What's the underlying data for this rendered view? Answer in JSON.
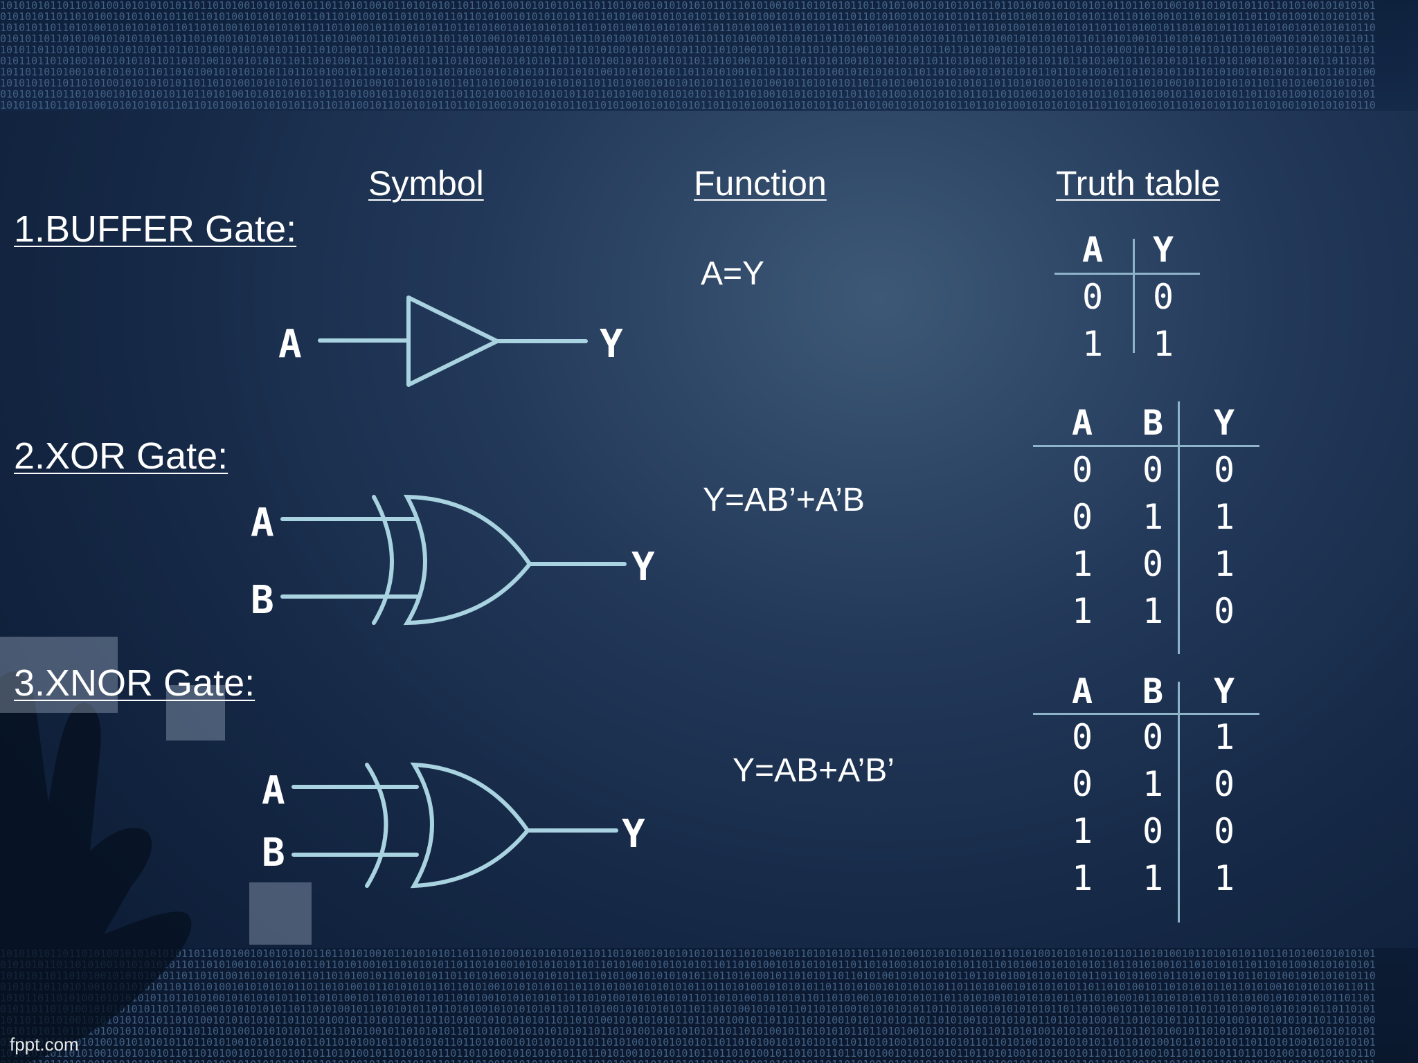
{
  "colors": {
    "background": "#1c3352",
    "gate_stroke": "#a9d3e0",
    "text": "#ffffff",
    "binary": "#4c6c90"
  },
  "headers": {
    "symbol": "Symbol ",
    "function": "Function ",
    "truth_table": "Truth table"
  },
  "gates": [
    {
      "title": "1.BUFFER Gate:",
      "function": "A=Y",
      "inputs": [
        "A"
      ],
      "output": "Y",
      "truth_table": {
        "columns": [
          "A",
          "Y"
        ],
        "rows": [
          [
            "0",
            "0"
          ],
          [
            "1",
            "1"
          ]
        ]
      }
    },
    {
      "title": "2.XOR Gate:",
      "function": "Y=AB’+A’B",
      "inputs": [
        "A",
        "B"
      ],
      "output": "Y",
      "truth_table": {
        "columns": [
          "A",
          "B",
          "Y"
        ],
        "rows": [
          [
            "0",
            "0",
            "0"
          ],
          [
            "0",
            "1",
            "1"
          ],
          [
            "1",
            "0",
            "1"
          ],
          [
            "1",
            "1",
            "0"
          ]
        ]
      }
    },
    {
      "title": "3.XNOR Gate:",
      "function": "Y=AB+A’B’",
      "inputs": [
        "A",
        "B"
      ],
      "output": "Y",
      "truth_table": {
        "columns": [
          "A",
          "B",
          "Y"
        ],
        "rows": [
          [
            "0",
            "0",
            "1"
          ],
          [
            "0",
            "1",
            "0"
          ],
          [
            "1",
            "0",
            "0"
          ],
          [
            "1",
            "1",
            "1"
          ]
        ]
      }
    }
  ],
  "footer": {
    "brand": "fppt.com"
  }
}
